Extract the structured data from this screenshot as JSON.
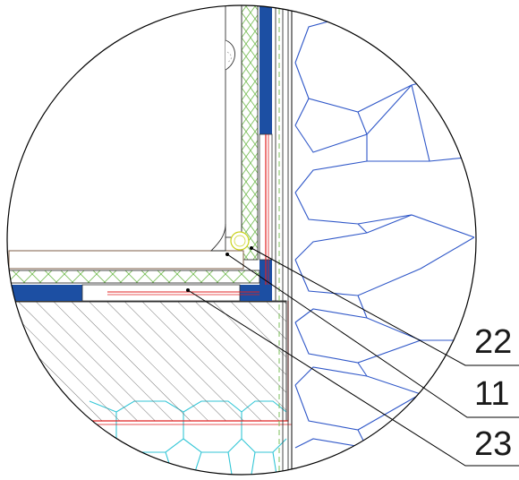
{
  "drawing": {
    "type": "construction-detail",
    "callouts": [
      {
        "id": "22",
        "label": "22"
      },
      {
        "id": "11",
        "label": "11"
      },
      {
        "id": "23",
        "label": "23"
      }
    ]
  },
  "colors": {
    "outline": "#000000",
    "membrane": "#1c4fa3",
    "heating_pipe": "#e02020",
    "insulation_mesh": "#7bbf5a",
    "blue_insulation": "#2f57c8",
    "cyan_insulation": "#33c6d6",
    "concrete_hatch": "#555555",
    "screed": "#8a6d58",
    "seal_circle": "#c9d21a"
  }
}
